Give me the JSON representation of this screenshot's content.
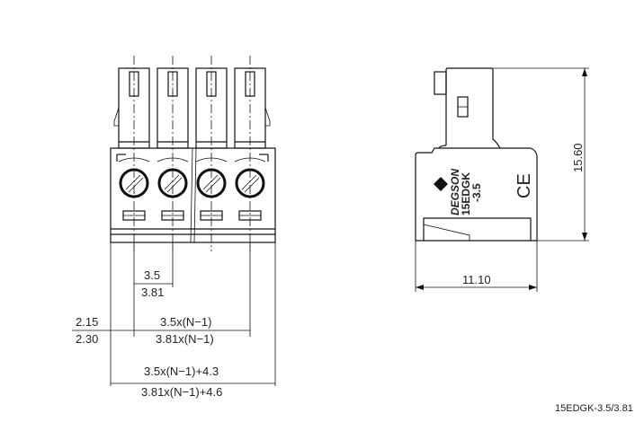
{
  "front_view": {
    "pitch_a": "3.5",
    "pitch_b": "3.81",
    "span_a": "3.5x(N−1)",
    "span_b": "3.81x(N−1)",
    "offset_a": "2.15",
    "offset_b": "2.30",
    "overall_a": "3.5x(N−1)+4.3",
    "overall_b": "3.81x(N−1)+4.6"
  },
  "side_view": {
    "height": "15.60",
    "width": "11.10",
    "brand": "DEGSON",
    "model": "15EDGK",
    "pitch_mark": "-3.5",
    "ce_mark": "CE"
  },
  "footer": {
    "part_number": "15EDGK-3.5/3.81"
  }
}
